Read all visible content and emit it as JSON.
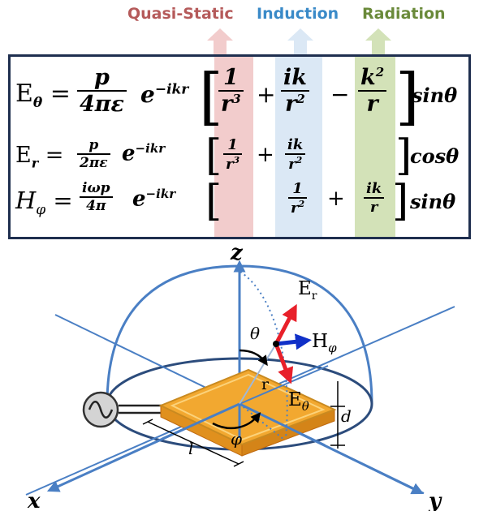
{
  "headers": {
    "quasi_static": "Quasi-Static",
    "induction": "Induction",
    "radiation": "Radiation"
  },
  "colors": {
    "quasi_static": "#b55a5a",
    "induction": "#3a8ac8",
    "radiation": "#6a8a3a",
    "band_quasi_static": "#f2cccc",
    "band_induction": "#dbe8f5",
    "band_radiation": "#d3e2b8",
    "box_border": "#1f2f4f",
    "axis": "#4a7fc4",
    "plate": "#f2a830",
    "arrow_er": "#e8202a",
    "arrow_h": "#1030c8"
  },
  "equations": {
    "e_theta": {
      "lhs": "E",
      "lhs_sub": "θ",
      "coef_num": "p",
      "coef_den": "4πε",
      "exp_base": "e",
      "exp_pow": "−ikr",
      "t1_num": "1",
      "t1_den_base": "r",
      "t1_den_pow": "3",
      "op1": "+",
      "t2_num": "ik",
      "t2_den_base": "r",
      "t2_den_pow": "2",
      "op2": "−",
      "t3_num_base": "k",
      "t3_num_pow": "2",
      "t3_den": "r",
      "trig": "sinθ"
    },
    "e_r": {
      "lhs": "E",
      "lhs_sub": "r",
      "coef_num": "p",
      "coef_den": "2πε",
      "exp_base": "e",
      "exp_pow": "−ikr",
      "t1_num": "1",
      "t1_den_base": "r",
      "t1_den_pow": "3",
      "op1": "+",
      "t2_num": "ik",
      "t2_den_base": "r",
      "t2_den_pow": "2",
      "trig": "cosθ"
    },
    "h_phi": {
      "lhs": "H",
      "lhs_sub": "φ",
      "coef_num": "iωp",
      "coef_den": "4π",
      "exp_base": "e",
      "exp_pow": "−ikr",
      "t2_num": "1",
      "t2_den_base": "r",
      "t2_den_pow": "2",
      "op1": "+",
      "t3_num": "ik",
      "t3_den": "r",
      "trig": "sinθ"
    }
  },
  "diagram": {
    "axis_z": "z",
    "axis_x": "x",
    "axis_y": "y",
    "angle_theta": "θ",
    "angle_phi": "φ",
    "radius": "r",
    "length": "l",
    "thickness": "d",
    "field_er": {
      "base": "E",
      "sub": "r"
    },
    "field_etheta": {
      "base": "E",
      "sub": "θ"
    },
    "field_hphi": {
      "base": "H",
      "sub": "φ"
    }
  }
}
